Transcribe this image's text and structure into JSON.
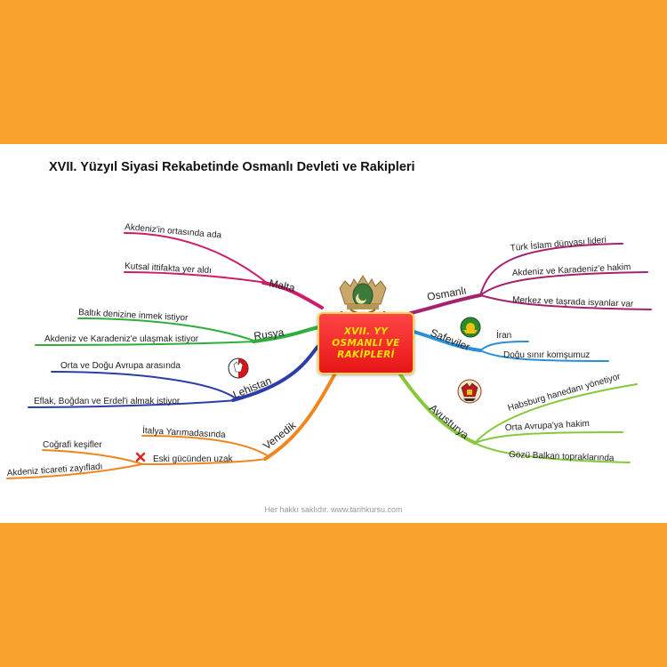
{
  "title": "XVII. Yüzyıl Siyasi Rekabetinde Osmanlı Devleti ve Rakipleri",
  "center": {
    "label": "XVII. YY OSMANLI VE RAKİPLERİ"
  },
  "credit": "Her hakkı saklıdır. www.tarihkursu.com",
  "branches": {
    "malta": {
      "label": "Malta",
      "color": "#cc1f6a",
      "items": [
        "Akdeniz'in ortasında ada",
        "Kutsal ittifakta yer aldı"
      ]
    },
    "rusya": {
      "label": "Rusya",
      "color": "#2fae3b",
      "items": [
        "Baltık denizine inmek istiyor",
        "Akdeniz ve Karadeniz'e ulaşmak istiyor"
      ]
    },
    "lehistan": {
      "label": "Lehistan",
      "color": "#2b3ea8",
      "items": [
        "Orta ve Doğu Avrupa arasında",
        "Eflak, Boğdan ve Erdel'i almak istiyor"
      ]
    },
    "venedik": {
      "label": "Venedik",
      "color": "#f0861e",
      "items": [
        "İtalya Yarımadasında",
        "Eski gücünden uzak"
      ],
      "subitems": [
        "Coğrafi keşifler",
        "Akdeniz ticareti zayıfladı"
      ]
    },
    "osmanli": {
      "label": "Osmanlı",
      "color": "#a3236e",
      "items": [
        "Türk İslam dünyası lideri",
        "Akdeniz ve Karadeniz'e hakim",
        "Merkez ve taşrada isyanlar var"
      ]
    },
    "safeviler": {
      "label": "Safeviler",
      "color": "#2a8ed8",
      "items": [
        "İran",
        "Doğu sınır komşumuz"
      ]
    },
    "avusturya": {
      "label": "Avusturya",
      "color": "#86c83c",
      "items": [
        "Habsburg hanedanı yönetiyor",
        "Orta Avrupa'ya hakim",
        "Gözü Balkan topraklarında"
      ]
    }
  },
  "icons": [
    "ottoman-coat-of-arms-icon",
    "polish-eagle-icon",
    "safavid-emblem-icon",
    "habsburg-emblem-icon",
    "red-x-icon"
  ]
}
